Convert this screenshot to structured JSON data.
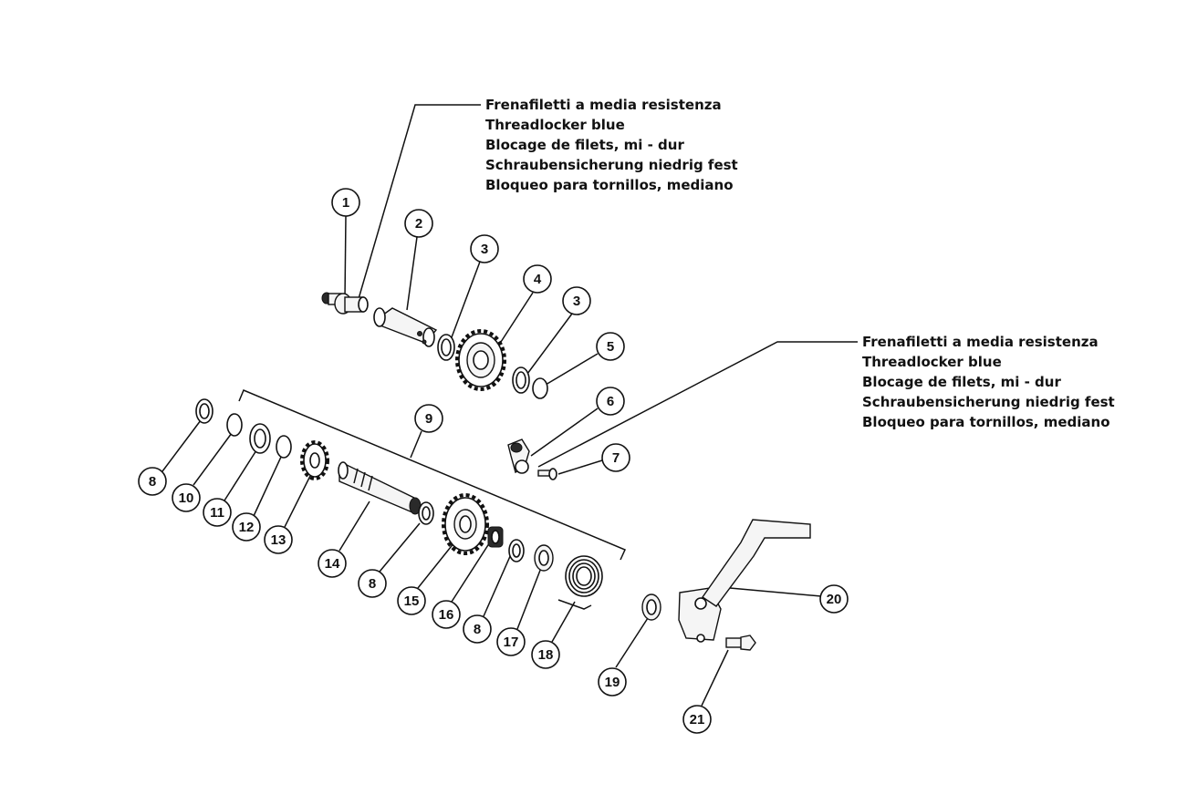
{
  "notes": {
    "top": [
      "Frenafiletti a media resistenza",
      "Threadlocker blue",
      "Blocage de filets, mi - dur",
      "Schraubensicherung niedrig fest",
      "Bloqueo para tornillos, mediano"
    ],
    "right": [
      "Frenafiletti a media resistenza",
      "Threadlocker blue",
      "Blocage de filets, mi - dur",
      "Schraubensicherung niedrig fest",
      "Bloqueo para tornillos, mediano"
    ]
  },
  "callouts": [
    {
      "key": "c1",
      "label": "1"
    },
    {
      "key": "c2",
      "label": "2"
    },
    {
      "key": "c3a",
      "label": "3"
    },
    {
      "key": "c4",
      "label": "4"
    },
    {
      "key": "c3b",
      "label": "3"
    },
    {
      "key": "c5",
      "label": "5"
    },
    {
      "key": "c6",
      "label": "6"
    },
    {
      "key": "c7",
      "label": "7"
    },
    {
      "key": "c8a",
      "label": "8"
    },
    {
      "key": "c9",
      "label": "9"
    },
    {
      "key": "c10",
      "label": "10"
    },
    {
      "key": "c11",
      "label": "11"
    },
    {
      "key": "c12",
      "label": "12"
    },
    {
      "key": "c13",
      "label": "13"
    },
    {
      "key": "c14",
      "label": "14"
    },
    {
      "key": "c8b",
      "label": "8"
    },
    {
      "key": "c15",
      "label": "15"
    },
    {
      "key": "c16",
      "label": "16"
    },
    {
      "key": "c8c",
      "label": "8"
    },
    {
      "key": "c17",
      "label": "17"
    },
    {
      "key": "c18",
      "label": "18"
    },
    {
      "key": "c19",
      "label": "19"
    },
    {
      "key": "c20",
      "label": "20"
    },
    {
      "key": "c21",
      "label": "21"
    }
  ]
}
